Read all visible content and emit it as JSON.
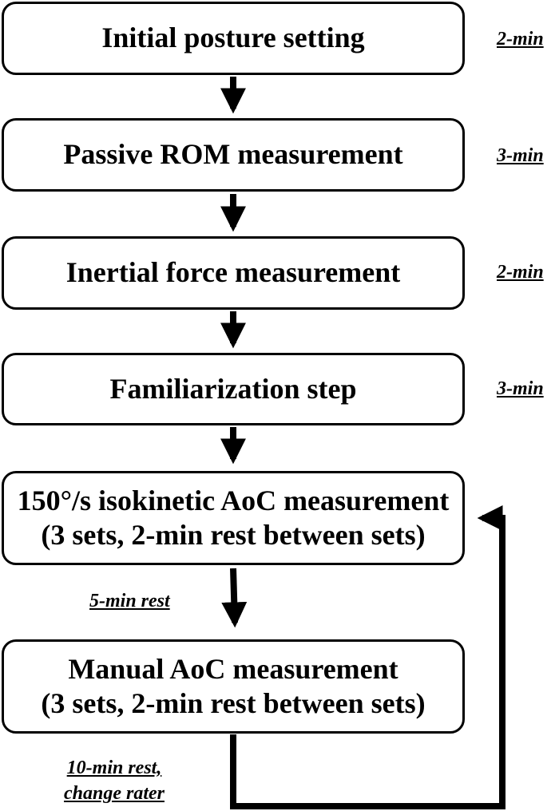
{
  "steps": [
    {
      "lines": [
        "Initial posture setting"
      ],
      "duration": "2-min"
    },
    {
      "lines": [
        "Passive ROM measurement"
      ],
      "duration": "3-min"
    },
    {
      "lines": [
        "Inertial force measurement"
      ],
      "duration": "2-min"
    },
    {
      "lines": [
        "Familiarization step"
      ],
      "duration": "3-min"
    },
    {
      "lines": [
        "150°/s isokinetic AoC measurement",
        "(3 sets, 2-min rest between sets)"
      ]
    },
    {
      "lines": [
        "Manual AoC measurement",
        "(3 sets, 2-min rest between sets)"
      ]
    }
  ],
  "transitions": {
    "rest_between_isokinetic_and_manual": "5-min rest",
    "loop_back_line1": "10-min rest,",
    "loop_back_line2": "change rater"
  }
}
